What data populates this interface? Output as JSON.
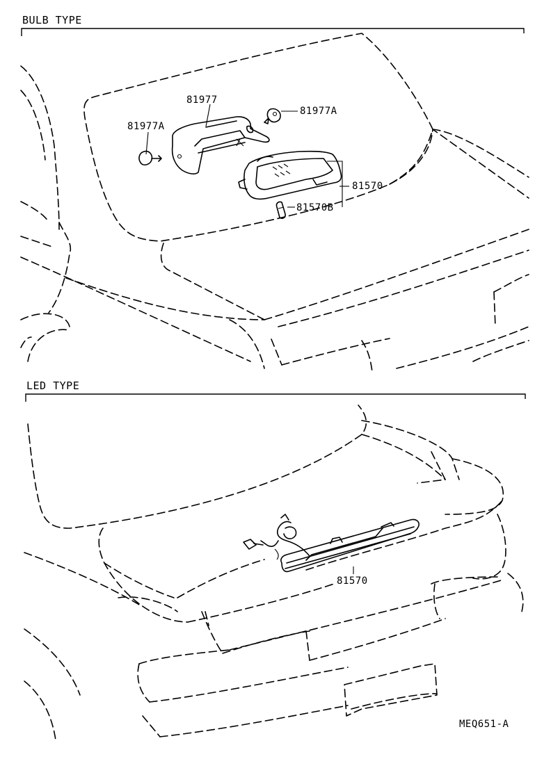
{
  "sections": {
    "bulb": {
      "title": "BULB TYPE",
      "parts": {
        "cover": "81977",
        "clip_left": "81977A",
        "clip_right": "81977A",
        "lamp": "81570",
        "bulb": "81570B"
      }
    },
    "led": {
      "title": "LED TYPE",
      "parts": {
        "lamp": "81570"
      }
    }
  },
  "diagram_code": "MEQ651-A"
}
